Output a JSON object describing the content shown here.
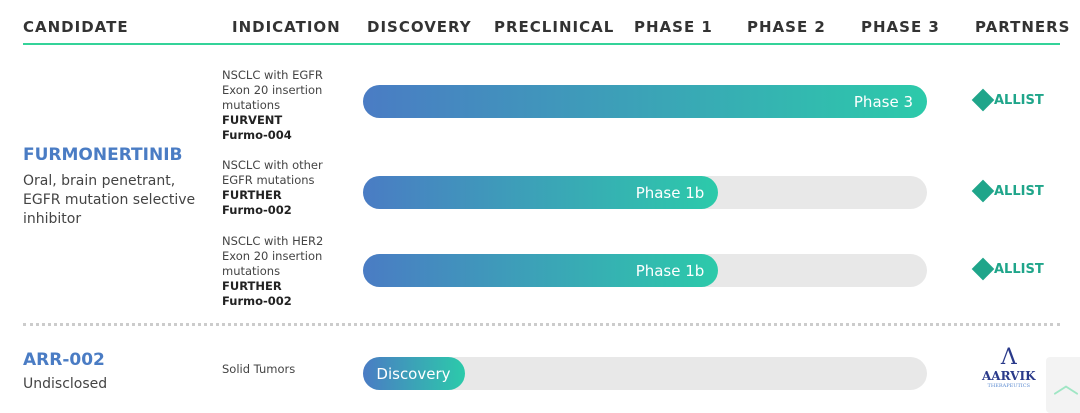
{
  "header": {
    "candidate": "CANDIDATE",
    "indication": "INDICATION",
    "discovery": "DISCOVERY",
    "preclinical": "PRECLINICAL",
    "phase1": "PHASE 1",
    "phase2": "PHASE 2",
    "phase3": "PHASE 3",
    "partners": "PARTNERS"
  },
  "candidates": [
    {
      "name": "FURMONERTINIB",
      "description": "Oral, brain penetrant, EGFR mutation selective inhibitor",
      "programs": [
        {
          "indication": "NSCLC with EGFR Exon 20 insertion mutations",
          "trial": "FURVENT",
          "study": "Furmo-004",
          "stage": "Phase 3",
          "progress": 1.0,
          "partner": "ALLIST"
        },
        {
          "indication": "NSCLC with other EGFR mutations",
          "trial": "FURTHER",
          "study": "Furmo-002",
          "stage": "Phase 1b",
          "progress": 0.63,
          "partner": "ALLIST"
        },
        {
          "indication": "NSCLC with HER2 Exon 20 insertion mutations",
          "trial": "FURTHER",
          "study": "Furmo-002",
          "stage": "Phase 1b",
          "progress": 0.63,
          "partner": "ALLIST"
        }
      ]
    },
    {
      "name": "ARR-002",
      "description": "Undisclosed",
      "programs": [
        {
          "indication": "Solid Tumors",
          "stage": "Discovery",
          "progress": 0.18,
          "partner": "AARVIK",
          "partner_sub": "THERAPEUTICS"
        }
      ]
    }
  ],
  "colors": {
    "accent": "#34d399",
    "brand_blue": "#4a7cc4",
    "partner_green": "#1fa58a"
  }
}
